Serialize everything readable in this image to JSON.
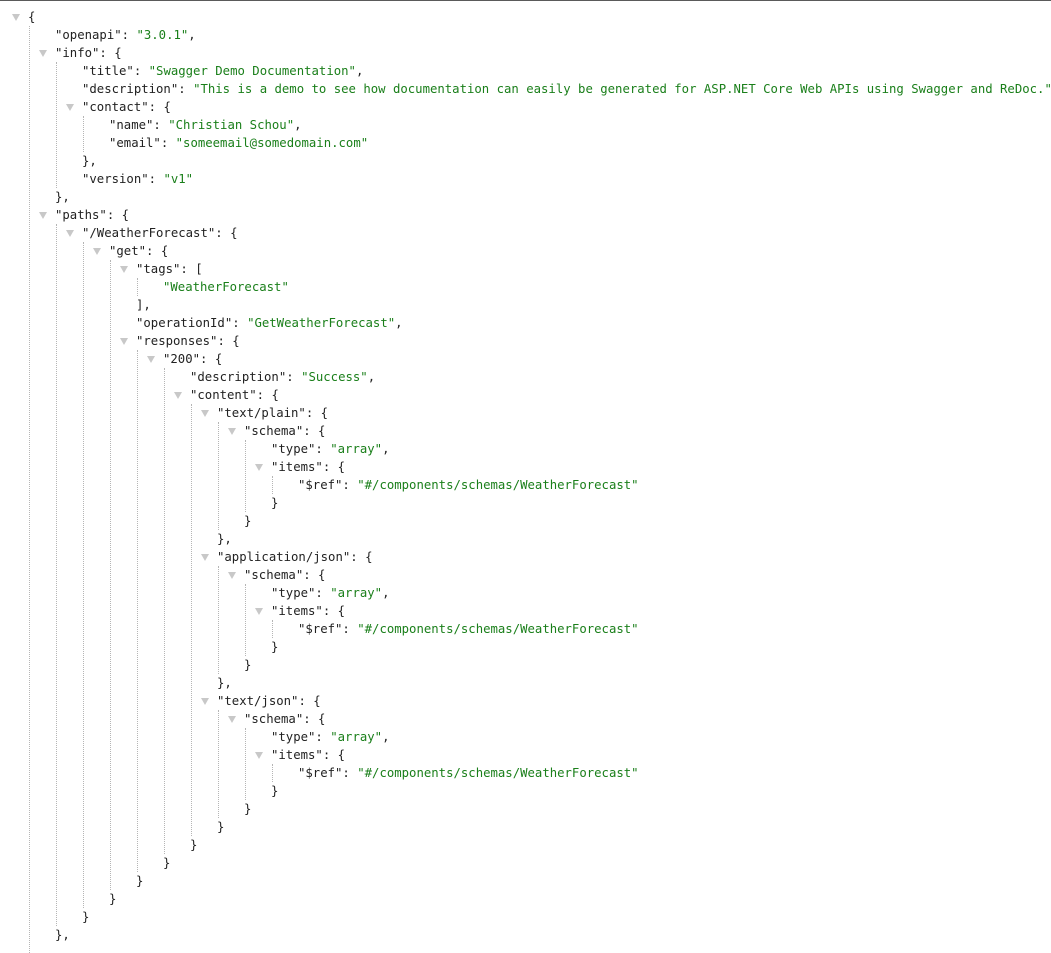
{
  "viewer": {
    "lines": [
      {
        "depth": 0,
        "toggle": true,
        "parts": [
          [
            "punc",
            "{"
          ]
        ]
      },
      {
        "depth": 1,
        "toggle": false,
        "parts": [
          [
            "key",
            "\"openapi\""
          ],
          [
            "punc",
            ": "
          ],
          [
            "str",
            "\"3.0.1\""
          ],
          [
            "punc",
            ","
          ]
        ]
      },
      {
        "depth": 1,
        "toggle": true,
        "parts": [
          [
            "key",
            "\"info\""
          ],
          [
            "punc",
            ": {"
          ]
        ]
      },
      {
        "depth": 2,
        "toggle": false,
        "parts": [
          [
            "key",
            "\"title\""
          ],
          [
            "punc",
            ": "
          ],
          [
            "str",
            "\"Swagger Demo Documentation\""
          ],
          [
            "punc",
            ","
          ]
        ]
      },
      {
        "depth": 2,
        "toggle": false,
        "parts": [
          [
            "key",
            "\"description\""
          ],
          [
            "punc",
            ": "
          ],
          [
            "str",
            "\"This is a demo to see how documentation can easily be generated for ASP.NET Core Web APIs using Swagger and ReDoc.\""
          ],
          [
            "punc",
            ","
          ]
        ]
      },
      {
        "depth": 2,
        "toggle": true,
        "parts": [
          [
            "key",
            "\"contact\""
          ],
          [
            "punc",
            ": {"
          ]
        ]
      },
      {
        "depth": 3,
        "toggle": false,
        "parts": [
          [
            "key",
            "\"name\""
          ],
          [
            "punc",
            ": "
          ],
          [
            "str",
            "\"Christian Schou\""
          ],
          [
            "punc",
            ","
          ]
        ]
      },
      {
        "depth": 3,
        "toggle": false,
        "parts": [
          [
            "key",
            "\"email\""
          ],
          [
            "punc",
            ": "
          ],
          [
            "str",
            "\"someemail@somedomain.com\""
          ]
        ]
      },
      {
        "depth": 2,
        "toggle": false,
        "parts": [
          [
            "punc",
            "},"
          ]
        ]
      },
      {
        "depth": 2,
        "toggle": false,
        "parts": [
          [
            "key",
            "\"version\""
          ],
          [
            "punc",
            ": "
          ],
          [
            "str",
            "\"v1\""
          ]
        ]
      },
      {
        "depth": 1,
        "toggle": false,
        "parts": [
          [
            "punc",
            "},"
          ]
        ]
      },
      {
        "depth": 1,
        "toggle": true,
        "parts": [
          [
            "key",
            "\"paths\""
          ],
          [
            "punc",
            ": {"
          ]
        ]
      },
      {
        "depth": 2,
        "toggle": true,
        "parts": [
          [
            "key",
            "\"/WeatherForecast\""
          ],
          [
            "punc",
            ": {"
          ]
        ]
      },
      {
        "depth": 3,
        "toggle": true,
        "parts": [
          [
            "key",
            "\"get\""
          ],
          [
            "punc",
            ": {"
          ]
        ]
      },
      {
        "depth": 4,
        "toggle": true,
        "parts": [
          [
            "key",
            "\"tags\""
          ],
          [
            "punc",
            ": ["
          ]
        ]
      },
      {
        "depth": 5,
        "toggle": false,
        "parts": [
          [
            "str",
            "\"WeatherForecast\""
          ]
        ]
      },
      {
        "depth": 4,
        "toggle": false,
        "parts": [
          [
            "punc",
            "],"
          ]
        ]
      },
      {
        "depth": 4,
        "toggle": false,
        "parts": [
          [
            "key",
            "\"operationId\""
          ],
          [
            "punc",
            ": "
          ],
          [
            "str",
            "\"GetWeatherForecast\""
          ],
          [
            "punc",
            ","
          ]
        ]
      },
      {
        "depth": 4,
        "toggle": true,
        "parts": [
          [
            "key",
            "\"responses\""
          ],
          [
            "punc",
            ": {"
          ]
        ]
      },
      {
        "depth": 5,
        "toggle": true,
        "parts": [
          [
            "key",
            "\"200\""
          ],
          [
            "punc",
            ": {"
          ]
        ]
      },
      {
        "depth": 6,
        "toggle": false,
        "parts": [
          [
            "key",
            "\"description\""
          ],
          [
            "punc",
            ": "
          ],
          [
            "str",
            "\"Success\""
          ],
          [
            "punc",
            ","
          ]
        ]
      },
      {
        "depth": 6,
        "toggle": true,
        "parts": [
          [
            "key",
            "\"content\""
          ],
          [
            "punc",
            ": {"
          ]
        ]
      },
      {
        "depth": 7,
        "toggle": true,
        "parts": [
          [
            "key",
            "\"text/plain\""
          ],
          [
            "punc",
            ": {"
          ]
        ]
      },
      {
        "depth": 8,
        "toggle": true,
        "parts": [
          [
            "key",
            "\"schema\""
          ],
          [
            "punc",
            ": {"
          ]
        ]
      },
      {
        "depth": 9,
        "toggle": false,
        "parts": [
          [
            "key",
            "\"type\""
          ],
          [
            "punc",
            ": "
          ],
          [
            "str",
            "\"array\""
          ],
          [
            "punc",
            ","
          ]
        ]
      },
      {
        "depth": 9,
        "toggle": true,
        "parts": [
          [
            "key",
            "\"items\""
          ],
          [
            "punc",
            ": {"
          ]
        ]
      },
      {
        "depth": 10,
        "toggle": false,
        "parts": [
          [
            "key",
            "\"$ref\""
          ],
          [
            "punc",
            ": "
          ],
          [
            "str",
            "\"#/components/schemas/WeatherForecast\""
          ]
        ]
      },
      {
        "depth": 9,
        "toggle": false,
        "parts": [
          [
            "punc",
            "}"
          ]
        ]
      },
      {
        "depth": 8,
        "toggle": false,
        "parts": [
          [
            "punc",
            "}"
          ]
        ]
      },
      {
        "depth": 7,
        "toggle": false,
        "parts": [
          [
            "punc",
            "},"
          ]
        ]
      },
      {
        "depth": 7,
        "toggle": true,
        "parts": [
          [
            "key",
            "\"application/json\""
          ],
          [
            "punc",
            ": {"
          ]
        ]
      },
      {
        "depth": 8,
        "toggle": true,
        "parts": [
          [
            "key",
            "\"schema\""
          ],
          [
            "punc",
            ": {"
          ]
        ]
      },
      {
        "depth": 9,
        "toggle": false,
        "parts": [
          [
            "key",
            "\"type\""
          ],
          [
            "punc",
            ": "
          ],
          [
            "str",
            "\"array\""
          ],
          [
            "punc",
            ","
          ]
        ]
      },
      {
        "depth": 9,
        "toggle": true,
        "parts": [
          [
            "key",
            "\"items\""
          ],
          [
            "punc",
            ": {"
          ]
        ]
      },
      {
        "depth": 10,
        "toggle": false,
        "parts": [
          [
            "key",
            "\"$ref\""
          ],
          [
            "punc",
            ": "
          ],
          [
            "str",
            "\"#/components/schemas/WeatherForecast\""
          ]
        ]
      },
      {
        "depth": 9,
        "toggle": false,
        "parts": [
          [
            "punc",
            "}"
          ]
        ]
      },
      {
        "depth": 8,
        "toggle": false,
        "parts": [
          [
            "punc",
            "}"
          ]
        ]
      },
      {
        "depth": 7,
        "toggle": false,
        "parts": [
          [
            "punc",
            "},"
          ]
        ]
      },
      {
        "depth": 7,
        "toggle": true,
        "parts": [
          [
            "key",
            "\"text/json\""
          ],
          [
            "punc",
            ": {"
          ]
        ]
      },
      {
        "depth": 8,
        "toggle": true,
        "parts": [
          [
            "key",
            "\"schema\""
          ],
          [
            "punc",
            ": {"
          ]
        ]
      },
      {
        "depth": 9,
        "toggle": false,
        "parts": [
          [
            "key",
            "\"type\""
          ],
          [
            "punc",
            ": "
          ],
          [
            "str",
            "\"array\""
          ],
          [
            "punc",
            ","
          ]
        ]
      },
      {
        "depth": 9,
        "toggle": true,
        "parts": [
          [
            "key",
            "\"items\""
          ],
          [
            "punc",
            ": {"
          ]
        ]
      },
      {
        "depth": 10,
        "toggle": false,
        "parts": [
          [
            "key",
            "\"$ref\""
          ],
          [
            "punc",
            ": "
          ],
          [
            "str",
            "\"#/components/schemas/WeatherForecast\""
          ]
        ]
      },
      {
        "depth": 9,
        "toggle": false,
        "parts": [
          [
            "punc",
            "}"
          ]
        ]
      },
      {
        "depth": 8,
        "toggle": false,
        "parts": [
          [
            "punc",
            "}"
          ]
        ]
      },
      {
        "depth": 7,
        "toggle": false,
        "parts": [
          [
            "punc",
            "}"
          ]
        ]
      },
      {
        "depth": 6,
        "toggle": false,
        "parts": [
          [
            "punc",
            "}"
          ]
        ]
      },
      {
        "depth": 5,
        "toggle": false,
        "parts": [
          [
            "punc",
            "}"
          ]
        ]
      },
      {
        "depth": 4,
        "toggle": false,
        "parts": [
          [
            "punc",
            "}"
          ]
        ]
      },
      {
        "depth": 3,
        "toggle": false,
        "parts": [
          [
            "punc",
            "}"
          ]
        ]
      },
      {
        "depth": 2,
        "toggle": false,
        "parts": [
          [
            "punc",
            "}"
          ]
        ]
      },
      {
        "depth": 1,
        "toggle": false,
        "parts": [
          [
            "punc",
            "},"
          ]
        ]
      }
    ]
  },
  "colors": {
    "string": "#1a7f1a",
    "key": "#222222",
    "toggle": "#c8c8c8",
    "guide": "#b5b5b5"
  }
}
